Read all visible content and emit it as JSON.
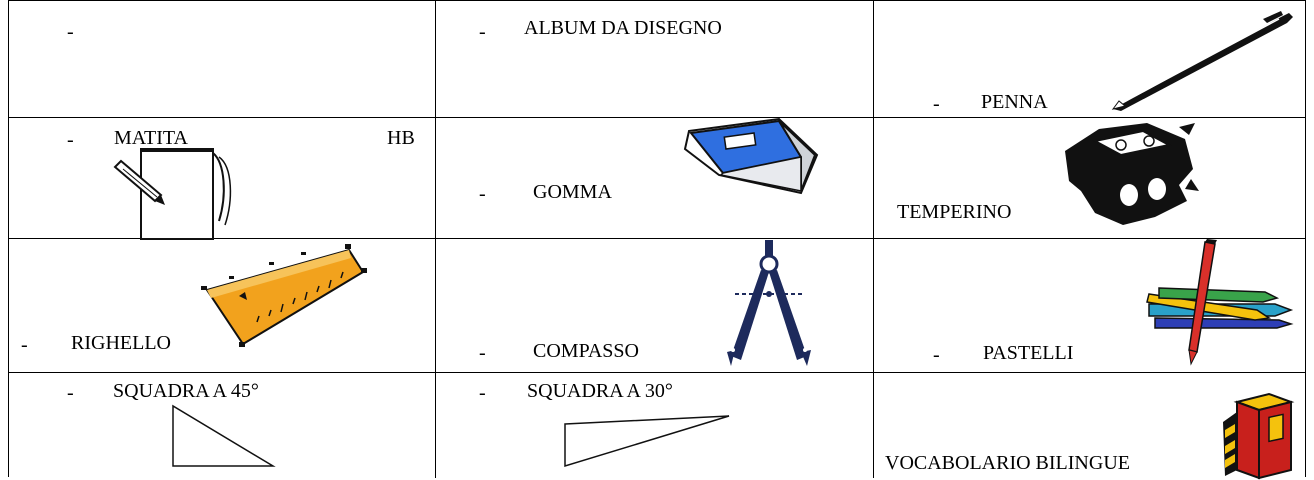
{
  "cells": {
    "r1c1": {
      "bullet": "-",
      "label": ""
    },
    "r1c2": {
      "bullet": "-",
      "label": "ALBUM DA DISEGNO"
    },
    "r1c3": {
      "bullet": "-",
      "label": "PENNA",
      "icon": "pen-icon"
    },
    "r2c1": {
      "bullet": "-",
      "label": "MATITA",
      "label2": "HB",
      "icon": "pencil-notepad-icon"
    },
    "r2c2": {
      "bullet": "-",
      "label": "GOMMA",
      "icon": "eraser-icon"
    },
    "r2c3": {
      "label": "TEMPERINO",
      "icon": "sharpener-icon"
    },
    "r3c1": {
      "bullet": "-",
      "label": "RIGHELLO",
      "icon": "ruler-icon"
    },
    "r3c2": {
      "bullet": "-",
      "label": "COMPASSO",
      "icon": "compass-icon"
    },
    "r3c3": {
      "bullet": "-",
      "label": "PASTELLI",
      "icon": "colored-pencils-icon"
    },
    "r4c1": {
      "bullet": "-",
      "label": "SQUADRA A 45°",
      "icon": "triangle-45-icon"
    },
    "r4c2": {
      "bullet": "-",
      "label": "SQUADRA A 30°",
      "icon": "triangle-30-icon"
    },
    "r4c3": {
      "label": "VOCABOLARIO BILINGUE",
      "icon": "dictionary-book-icon"
    }
  },
  "colors": {
    "eraser_blue": "#2f6fe0",
    "ruler_orange": "#f2a21d",
    "compass_navy": "#1d2a5c",
    "pencil_red": "#d9302a",
    "book_red": "#c8201c",
    "book_yellow": "#f4c20d"
  }
}
